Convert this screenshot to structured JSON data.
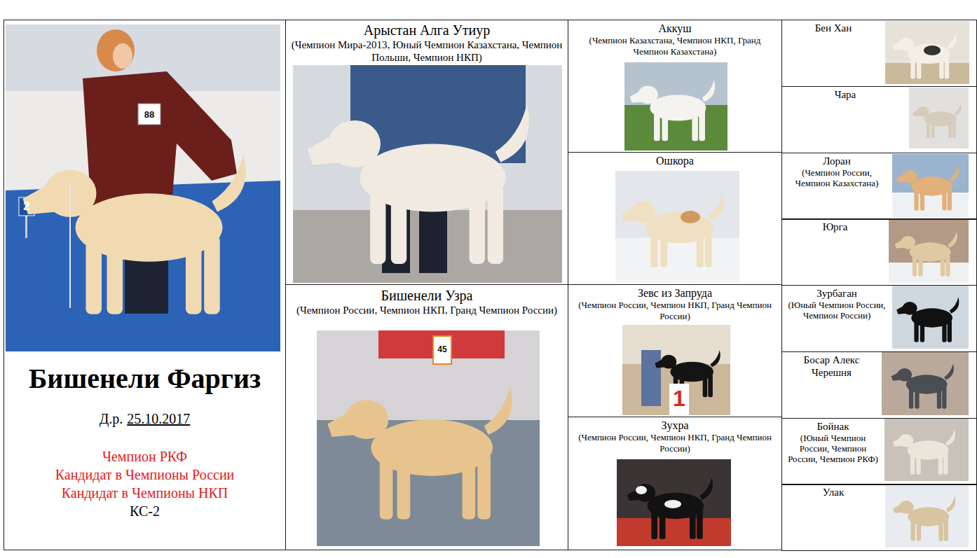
{
  "diagram": {
    "nodes": [
      {
        "text": [
          "Бишенели Фаргиз",
          "Д.р.",
          "25.10.2017",
          "Чемпион РКФ",
          "Кандидат в Чемпионы России",
          "Кандидат в Чемпионы НКП",
          "КС-2"
        ]
      },
      {
        "text": [
          "Арыстан Алга Утиур",
          "(Чемпион Мира-2013, Юный Чемпион Казахстана, Чемпион Польши, Чемпион НКП)"
        ]
      },
      {
        "text": [
          "Аккуш",
          "(Чемпион Казахстана, Чемпион НКП, Гранд Чемпион Казахстана)"
        ]
      },
      {
        "text": [
          "Бен Хан"
        ]
      },
      {
        "text": [
          "Чара"
        ]
      },
      {
        "text": [
          "Ошкора"
        ]
      },
      {
        "text": [
          "Лоран",
          "(Чемпион России, Чемпион Казахстана)"
        ]
      },
      {
        "text": [
          "Юрга"
        ]
      },
      {
        "text": [
          "Бишенели Узра",
          "(Чемпион России, Чемпион НКП, Гранд Чемпион России)"
        ]
      },
      {
        "text": [
          "Зевс из Запруда",
          "(Чемпион России, Чемпион НКП, Гранд Чемпион России)"
        ]
      },
      {
        "text": [
          "Зурбаган",
          "(Юный Чемпион России, Чемпион России)"
        ]
      },
      {
        "text": [
          "Босар Алекс Черешня"
        ]
      },
      {
        "text": [
          "Зухра",
          "(Чемпион России, Чемпион НКП, Гранд Чемпион России)"
        ]
      },
      {
        "text": [
          "Бойнак",
          "(Юный Чемпион России, Чемпион России, Чемпион РКФ)"
        ]
      },
      {
        "text": [
          "Улак"
        ]
      }
    ],
    "labels": [
      "88",
      "2",
      "45",
      "1"
    ]
  }
}
